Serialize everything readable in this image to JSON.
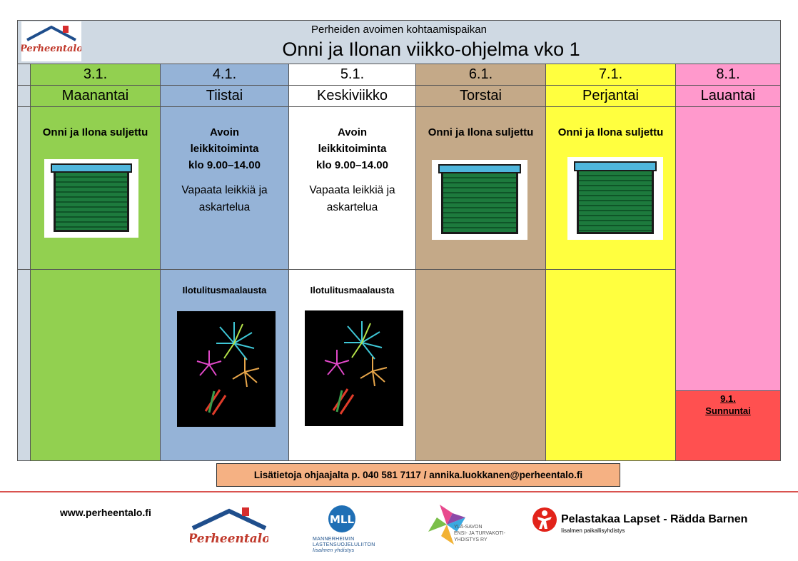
{
  "header": {
    "subtitle": "Perheiden avoimen kohtaamispaikan",
    "title": "Onni ja Ilonan viikko-ohjelma vko 1",
    "logo_text": "Perheentalo"
  },
  "days": [
    {
      "date": "3.1.",
      "name": "Maanantai",
      "color": "#92d050",
      "morning": {
        "title": "Onni ja Ilona suljettu",
        "icon": "closed-garage-icon"
      },
      "afternoon": {}
    },
    {
      "date": "4.1.",
      "name": "Tiistai",
      "color": "#95b3d7",
      "morning": {
        "title_lines": [
          "Avoin",
          "leikkitoiminta",
          "klo 9.00–14.00"
        ],
        "desc_lines": [
          "Vapaata leikkiä ja",
          "askartelua"
        ]
      },
      "afternoon": {
        "title": "Ilotulitusmaalausta",
        "icon": "fireworks-icon"
      }
    },
    {
      "date": "5.1.",
      "name": "Keskiviikko",
      "color": "#ffffff",
      "morning": {
        "title_lines": [
          "Avoin",
          "leikkitoiminta",
          "klo 9.00–14.00"
        ],
        "desc_lines": [
          "Vapaata leikkiä ja",
          "askartelua"
        ]
      },
      "afternoon": {
        "title": "Ilotulitusmaalausta",
        "icon": "fireworks-icon"
      }
    },
    {
      "date": "6.1.",
      "name": "Torstai",
      "color": "#c4a988",
      "morning": {
        "title": "Onni ja Ilona suljettu",
        "icon": "closed-garage-icon"
      },
      "afternoon": {}
    },
    {
      "date": "7.1.",
      "name": "Perjantai",
      "color": "#ffff3f",
      "morning": {
        "title": "Onni ja Ilona suljettu",
        "icon": "closed-garage-icon"
      },
      "afternoon": {}
    },
    {
      "date": "8.1.",
      "name": "Lauantai",
      "color": "#ff99cc"
    }
  ],
  "sunday": {
    "date": "9.1.",
    "name": "Sunnuntai",
    "color": "#ff5050"
  },
  "side_color": "#cfd9e3",
  "info": "Lisätietoja ohjaajalta p. 040 581 7117 / annika.luokkanen@perheentalo.fi",
  "footer": {
    "website": "www.perheentalo.fi",
    "perheentalo_logo": "Perheentalo",
    "mll_badge": "MLL",
    "mll_lines": [
      "MANNERHEIMIN",
      "LASTENSUOJELULIITON",
      "Iisalmen yhdistys"
    ],
    "ylasavo_lines": [
      "YLÄ-SAVON",
      "ENSI- JA TURVAKOTI-",
      "YHDISTYS RY"
    ],
    "pela_title": "Pelastakaa Lapset - Rädda Barnen",
    "pela_sub": "Iisalmen paikallisyhdistys"
  }
}
